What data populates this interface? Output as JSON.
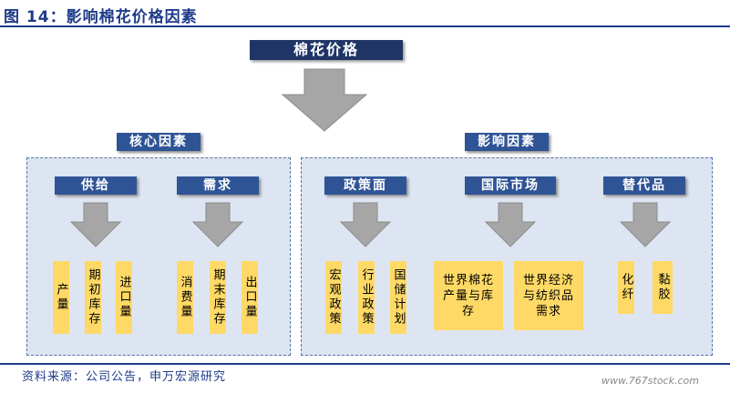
{
  "figure": {
    "title": "图 14：影响棉花价格因素",
    "source": "资料来源：公司公告，申万宏源研究",
    "watermark": "www.767stock.com"
  },
  "main": {
    "label": "棉花价格"
  },
  "core": {
    "label": "核心因素",
    "groups": [
      {
        "label": "供给",
        "items": [
          "产量",
          "期初库存",
          "进口量"
        ]
      },
      {
        "label": "需求",
        "items": [
          "消费量",
          "期末库存",
          "出口量"
        ]
      }
    ]
  },
  "influence": {
    "label": "影响因素",
    "groups": [
      {
        "label": "政策面",
        "items": [
          "宏观政策",
          "行业政策",
          "国储计划"
        ]
      },
      {
        "label": "国际市场",
        "items": [
          "世界棉花产量与库存",
          "世界经济与纺织品需求"
        ]
      },
      {
        "label": "替代品",
        "items": [
          "化纤",
          "黏胶"
        ]
      }
    ]
  },
  "colors": {
    "navy": "#1f3566",
    "label_blue": "#2f5496",
    "panel": "#dde5f2",
    "cell": "#ffd966",
    "arrow": "#a6a6a6"
  }
}
